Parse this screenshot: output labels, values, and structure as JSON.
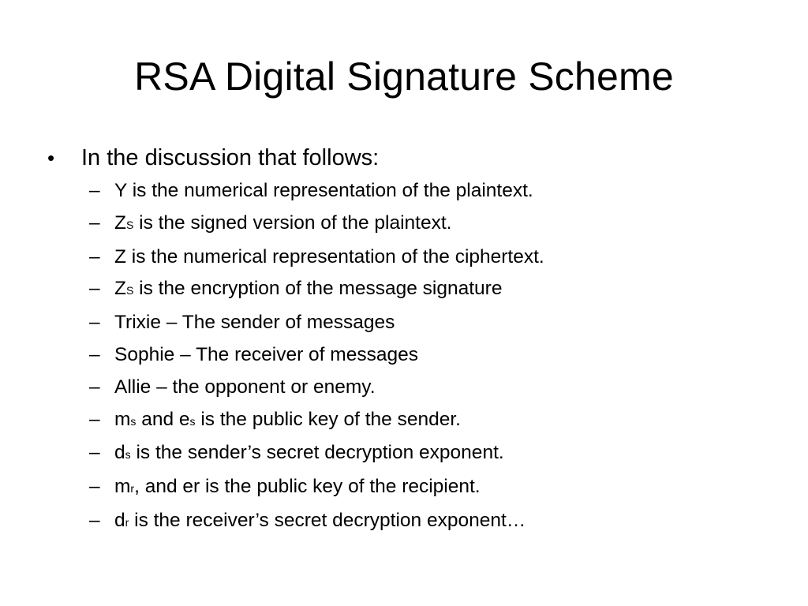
{
  "slide": {
    "title": "RSA Digital Signature Scheme",
    "intro": "In the discussion that follows:",
    "bullet_glyph": "•",
    "dash_glyph": "–",
    "items": [
      {
        "a": "Y is the numerical representation of the plaintext."
      },
      {
        "a": "Z",
        "a_sub": "S",
        "b": " is the signed version of the plaintext."
      },
      {
        "a": "Z is the numerical representation of the ciphertext."
      },
      {
        "a": "Z",
        "a_sub": "S",
        "b": " is the encryption of the message signature"
      },
      {
        "a": "Trixie – The sender of messages"
      },
      {
        "a": "Sophie – The receiver of messages"
      },
      {
        "a": "Allie – the opponent or enemy."
      },
      {
        "a": "m",
        "a_sub": "s",
        "b": " and e",
        "b_sub": "s",
        "c": " is the public key of the sender."
      },
      {
        "a": "d",
        "a_sub": "s",
        "b": " is the sender’s secret decryption exponent."
      },
      {
        "a": "m",
        "a_sub": "r",
        "b": ", and er is the public key of the recipient."
      },
      {
        "a": "d",
        "a_sub": "r",
        "b": " is the receiver’s secret decryption exponent…"
      }
    ]
  }
}
